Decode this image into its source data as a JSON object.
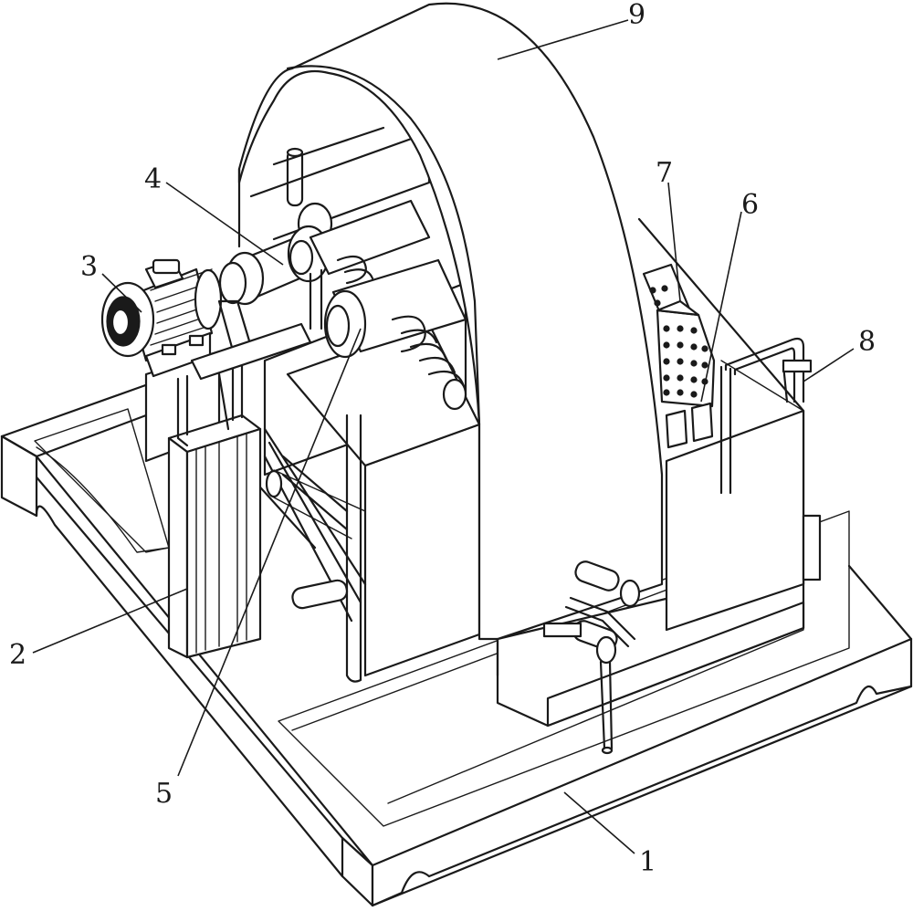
{
  "labels": {
    "base": "1",
    "column": "2",
    "motor": "3",
    "drive_shaft": "4",
    "cleaning_roller": "5",
    "spray_rack": "6",
    "nozzle_plate": "7",
    "water_pipe": "8",
    "arched_cover": "9"
  }
}
